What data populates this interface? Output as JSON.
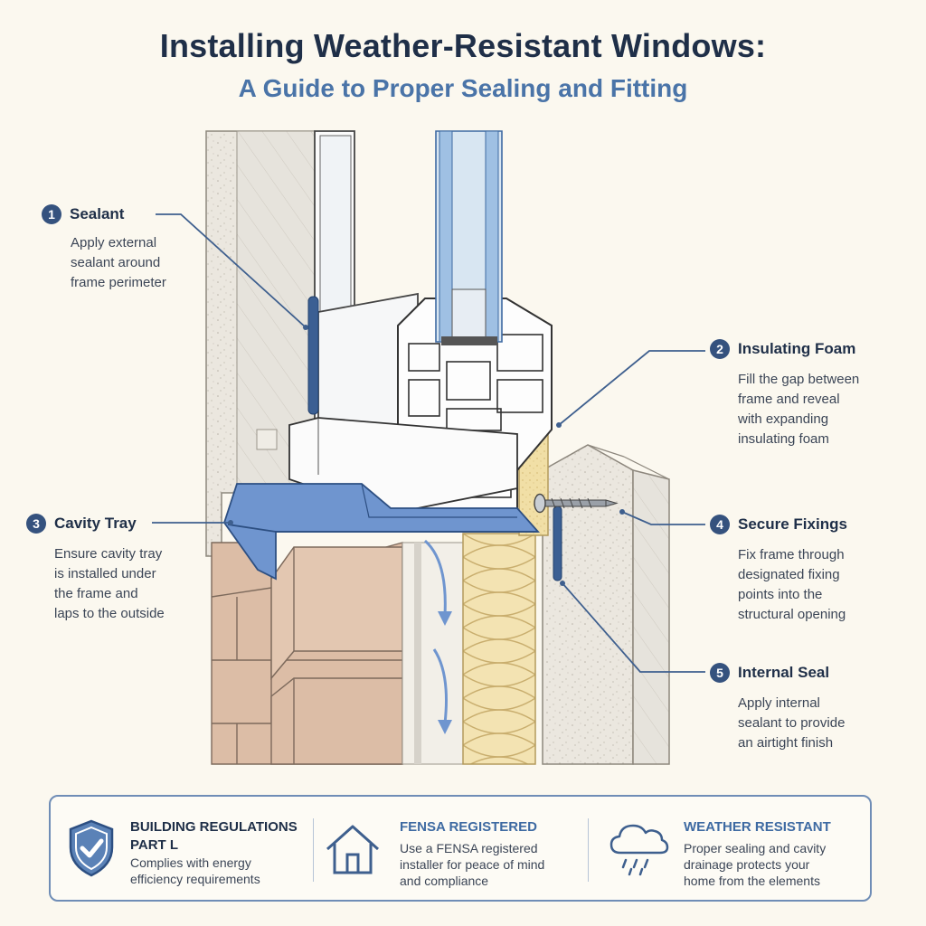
{
  "header": {
    "title": "Installing Weather-Resistant Windows:",
    "subtitle": "A Guide to Proper Sealing and Fitting"
  },
  "callouts": [
    {
      "number": "1",
      "title": "Sealant",
      "lines": [
        "Apply external",
        "sealant around",
        "frame perimeter"
      ]
    },
    {
      "number": "2",
      "title": "Insulating Foam",
      "lines": [
        "Fill the gap between",
        "frame and reveal",
        "with expanding",
        "insulating foam"
      ]
    },
    {
      "number": "3",
      "title": "Cavity Tray",
      "lines": [
        "Ensure cavity tray",
        "is installed under",
        "the frame and",
        "laps to the outside"
      ]
    },
    {
      "number": "4",
      "title": "Secure Fixings",
      "lines": [
        "Fix frame through",
        "designated fixing",
        "points into the",
        "structural opening"
      ]
    },
    {
      "number": "5",
      "title": "Internal Seal",
      "lines": [
        "Apply internal",
        "sealant to provide",
        "an airtight finish"
      ]
    }
  ],
  "footer": [
    {
      "icon": "shield-check-icon",
      "title_lines": [
        "BUILDING REGULATIONS",
        "PART L"
      ],
      "lines": [
        "Complies with energy",
        "efficiency requirements"
      ]
    },
    {
      "icon": "house-icon",
      "title_lines": [
        "FENSA REGISTERED"
      ],
      "lines": [
        "Use a FENSA registered",
        "installer for peace of mind",
        "and compliance"
      ]
    },
    {
      "icon": "rain-cloud-icon",
      "title_lines": [
        "WEATHER RESISTANT"
      ],
      "lines": [
        "Proper sealing and cavity",
        "drainage protects your",
        "home from the elements"
      ]
    }
  ],
  "colors": {
    "accent": "#4a74a8",
    "navy": "#1f2f48",
    "tray": "#6f95cf",
    "foam": "#f1dfa6",
    "brick": "#d8b9a2"
  }
}
